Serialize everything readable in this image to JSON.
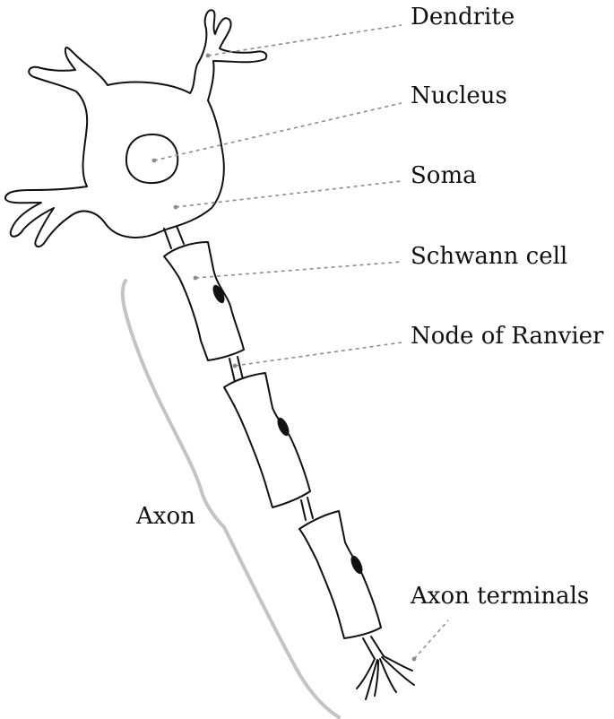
{
  "colors": {
    "outline": "#111111",
    "leader_line": "#8c8c8c",
    "anchor_dot": "#8c8c8c",
    "axon_bracket": "#c4c4c4",
    "background": "#ffffff",
    "schwann_nucleus": "#111111"
  },
  "labels": {
    "dendrite": "Dendrite",
    "nucleus": "Nucleus",
    "soma": "Soma",
    "schwann_cell": "Schwann cell",
    "node_of_ranvier": "Node of Ranvier",
    "axon": "Axon",
    "axon_terminals": "Axon terminals"
  }
}
